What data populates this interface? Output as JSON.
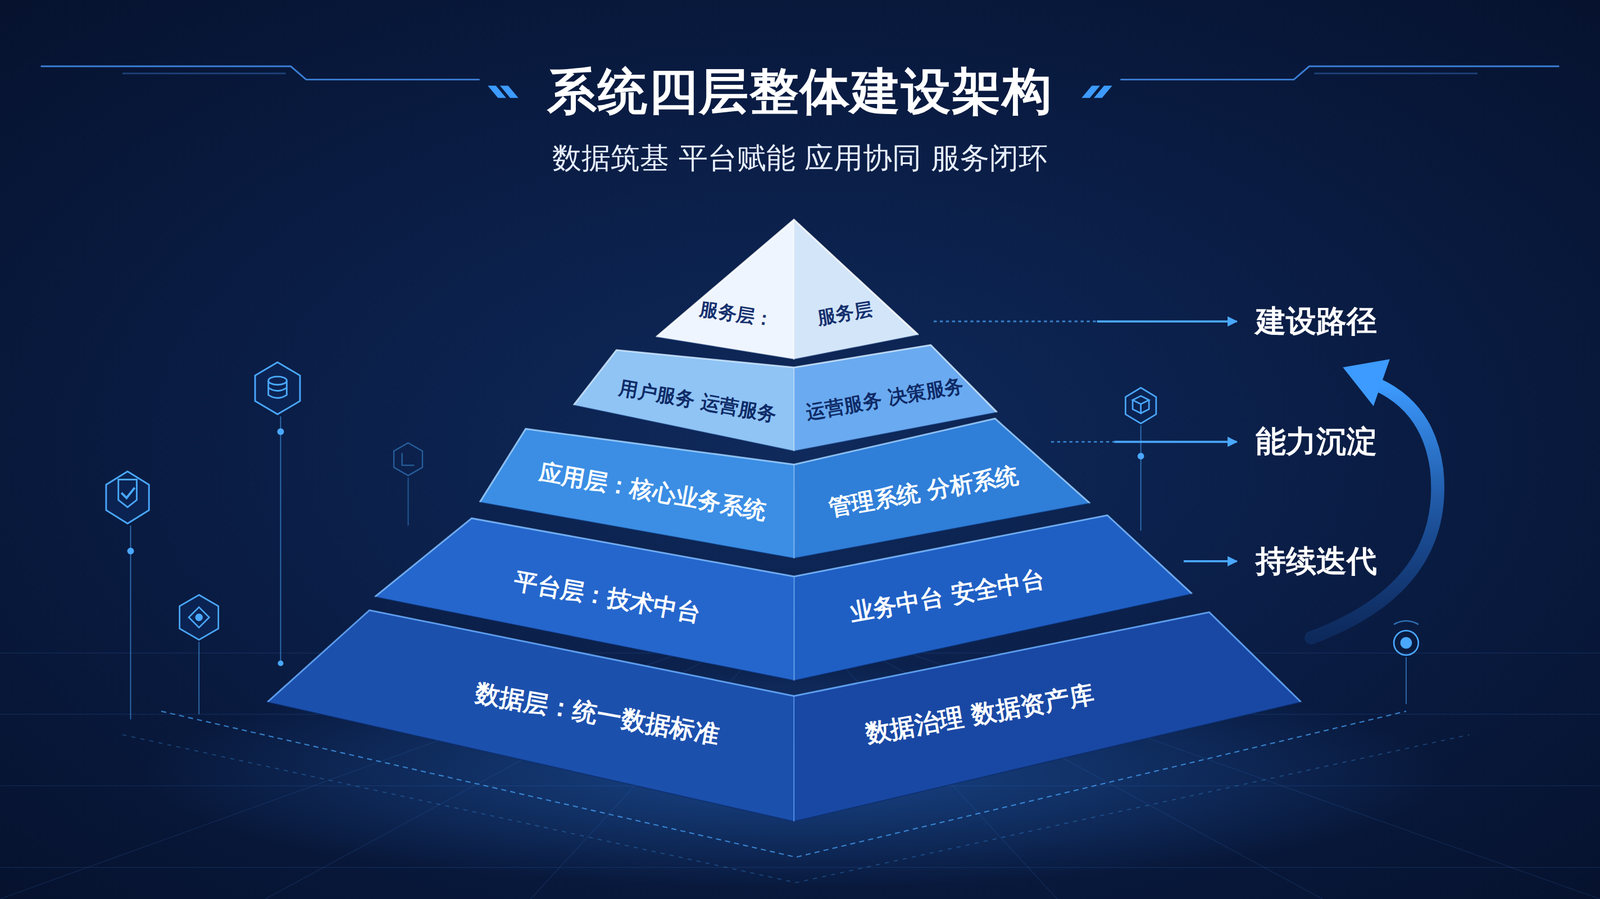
{
  "diagram": {
    "title": "系统四层整体建设架构",
    "nodes": [
      {
        "text": [
          "服务层：",
          "服务层"
        ]
      },
      {
        "text": [
          "用户服务 运营服务",
          "运营服务 决策服务"
        ]
      },
      {
        "text": [
          "应用层：核心业务系统",
          "管理系统 分析系统"
        ]
      },
      {
        "text": [
          "平台层：技术中台",
          "业务中台 安全中台"
        ]
      },
      {
        "text": [
          "数据层：统一数据标准",
          "数据治理 数据资产库"
        ]
      }
    ],
    "labels": [
      "数据筑基 平台赋能 应用协同 服务闭环",
      "建设路径",
      "能力沉淀",
      "持续迭代"
    ]
  }
}
